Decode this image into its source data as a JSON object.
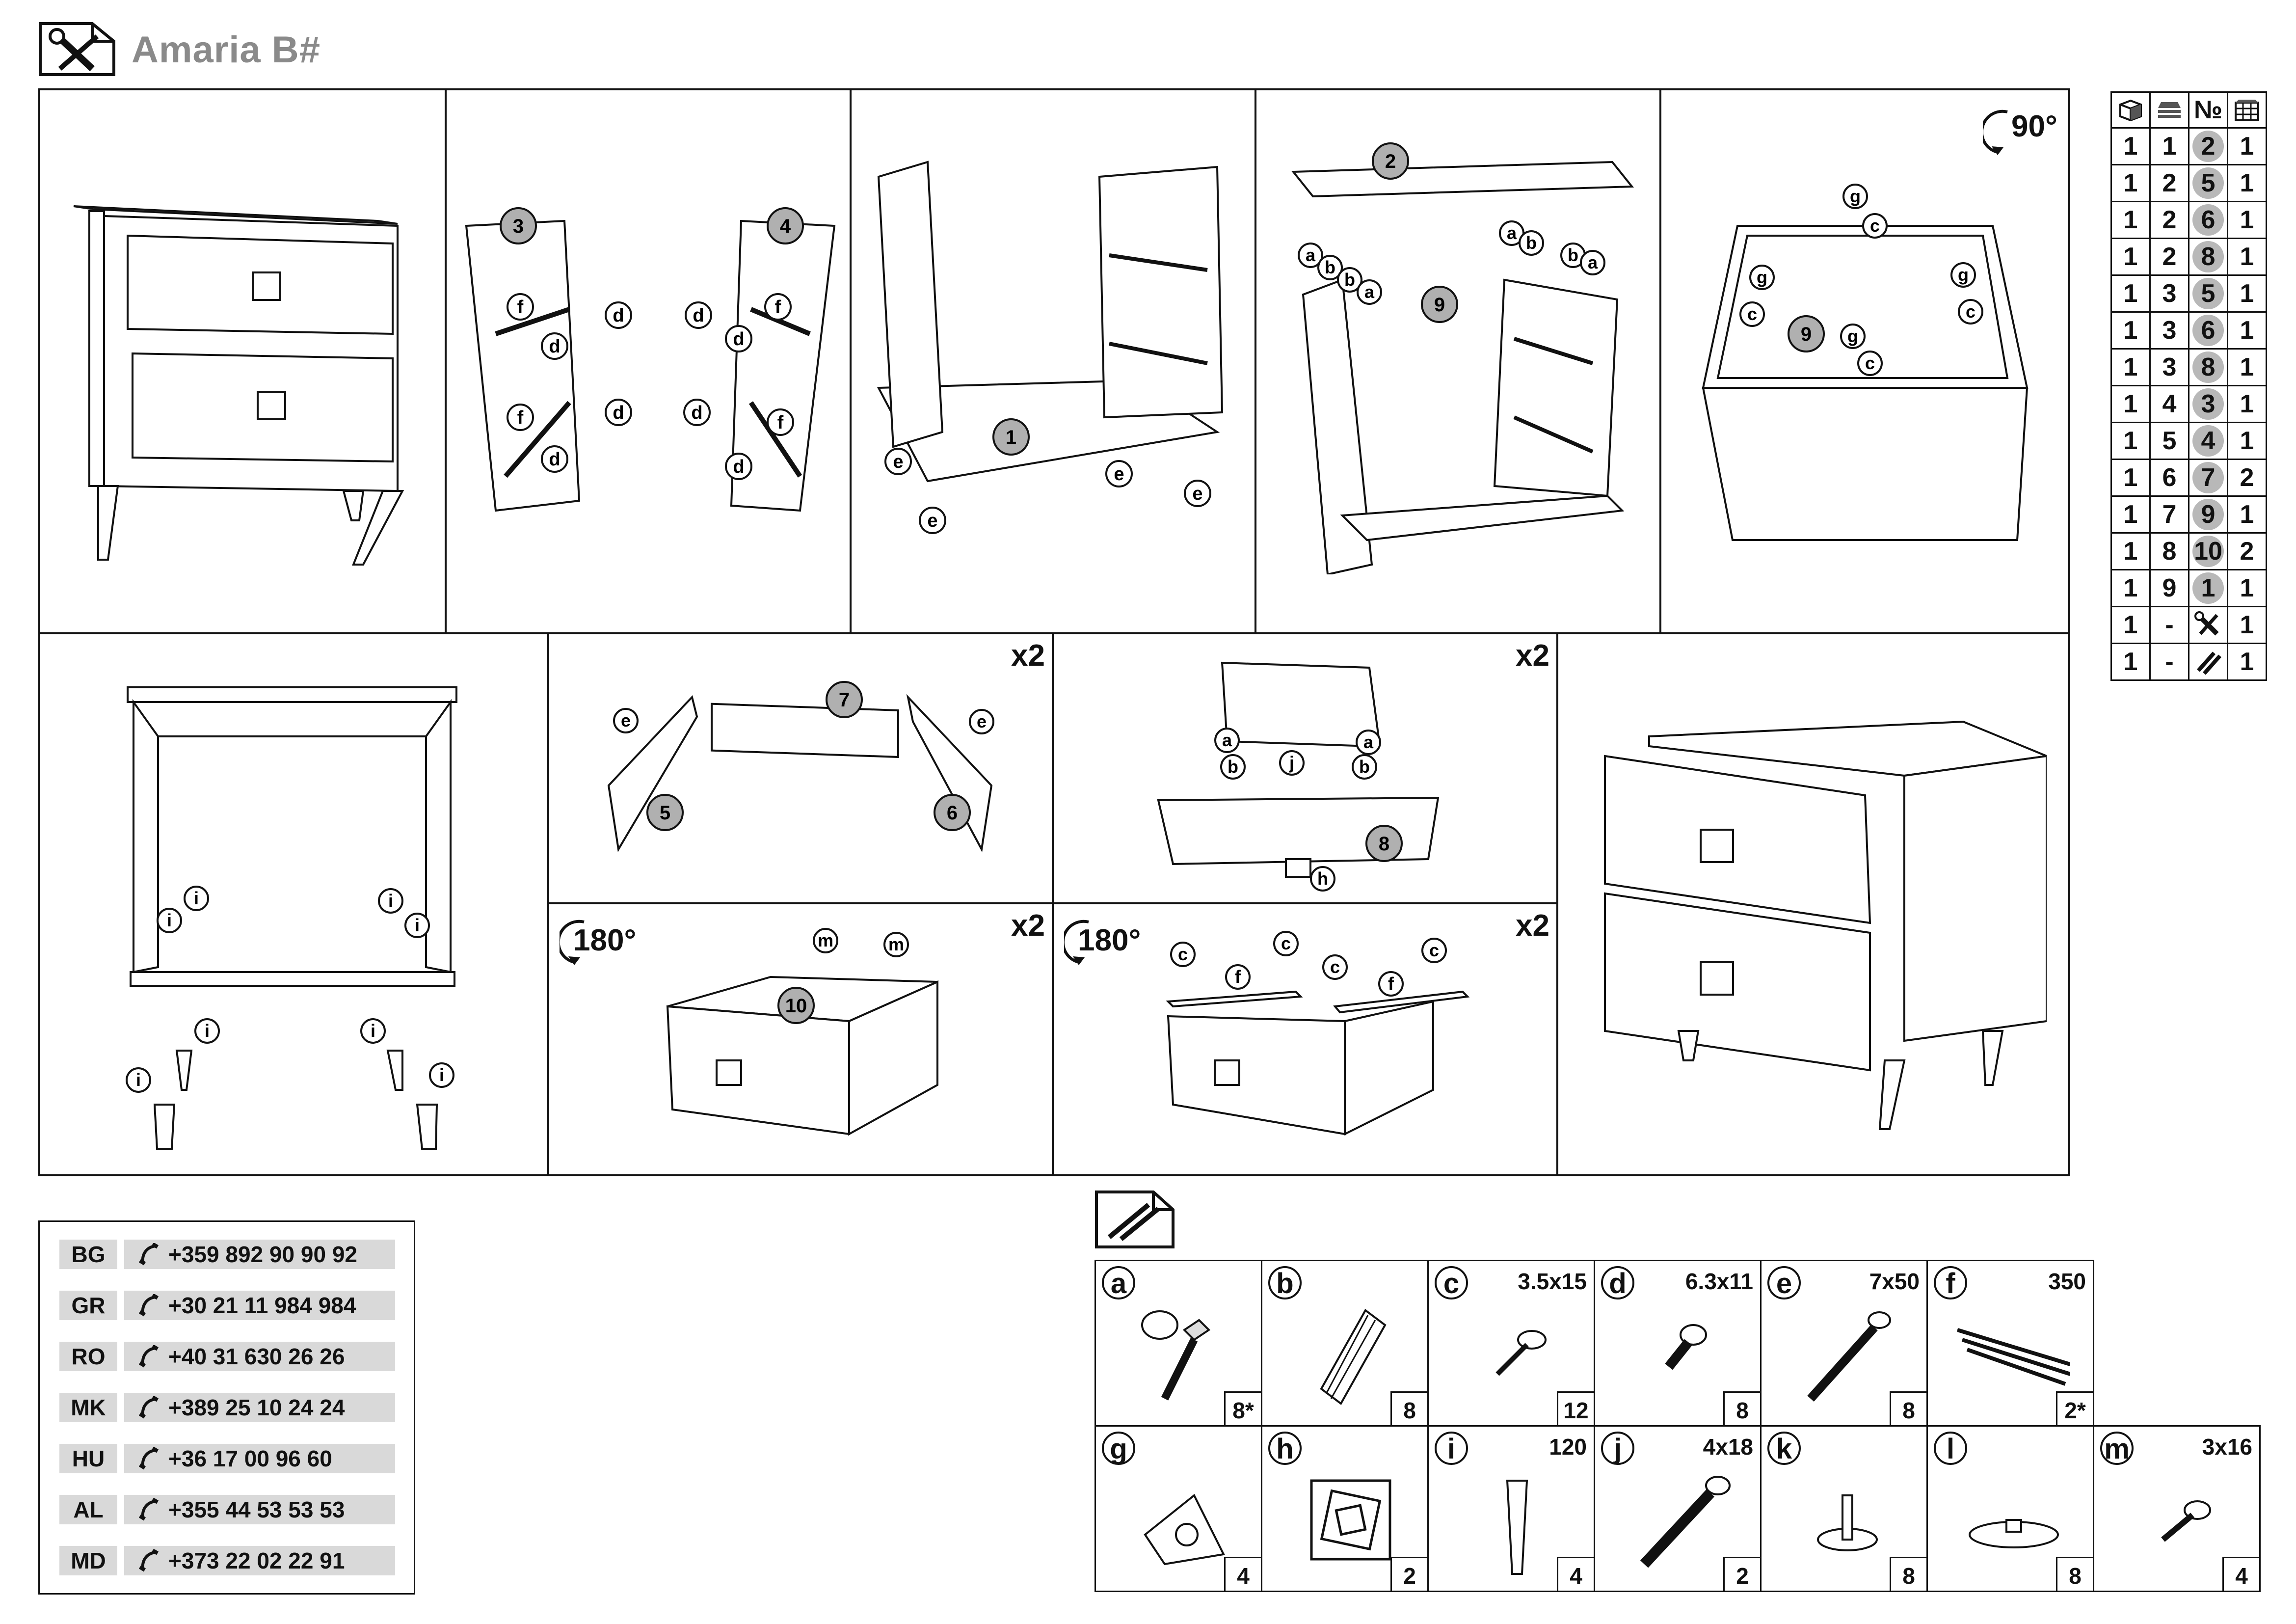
{
  "header": {
    "title": "Amaria B#"
  },
  "steps": {
    "s1": {
      "badge": "x2"
    },
    "s2": {
      "badge": "x2"
    },
    "s3": {
      "badge": "x2",
      "rotate": "180°"
    },
    "s4": {
      "badge": "x2",
      "rotate": "180°"
    },
    "s5": {
      "rotate": "90°"
    }
  },
  "callouts": {
    "panel_numbers": [
      "1",
      "2",
      "3",
      "4",
      "5",
      "6",
      "7",
      "8",
      "9",
      "10"
    ],
    "letters": [
      "a",
      "b",
      "c",
      "d",
      "e",
      "f",
      "g",
      "h",
      "i",
      "j",
      "m"
    ]
  },
  "parts_table": {
    "headers": [
      "pack-icon",
      "layers-icon",
      "№",
      "grid-icon"
    ],
    "rows": [
      [
        "1",
        "1",
        "2",
        "1"
      ],
      [
        "1",
        "2",
        "5",
        "1"
      ],
      [
        "1",
        "2",
        "6",
        "1"
      ],
      [
        "1",
        "2",
        "8",
        "1"
      ],
      [
        "1",
        "3",
        "5",
        "1"
      ],
      [
        "1",
        "3",
        "6",
        "1"
      ],
      [
        "1",
        "3",
        "8",
        "1"
      ],
      [
        "1",
        "4",
        "3",
        "1"
      ],
      [
        "1",
        "5",
        "4",
        "1"
      ],
      [
        "1",
        "6",
        "7",
        "2"
      ],
      [
        "1",
        "7",
        "9",
        "1"
      ],
      [
        "1",
        "8",
        "10",
        "2"
      ],
      [
        "1",
        "9",
        "1",
        "1"
      ],
      [
        "1",
        "-",
        "tools-icon",
        "1"
      ],
      [
        "1",
        "-",
        "screws-icon",
        "1"
      ]
    ]
  },
  "contacts": [
    {
      "code": "BG",
      "phone": "+359 892 90 90 92"
    },
    {
      "code": "GR",
      "phone": "+30 21 11 984 984"
    },
    {
      "code": "RO",
      "phone": "+40 31 630 26 26"
    },
    {
      "code": "MK",
      "phone": "+389 25 10 24 24"
    },
    {
      "code": "HU",
      "phone": "+36 17 00 96 60"
    },
    {
      "code": "AL",
      "phone": "+355 44 53 53 53"
    },
    {
      "code": "MD",
      "phone": "+373 22 02 22 91"
    }
  ],
  "hardware": [
    {
      "letter": "a",
      "size": "",
      "qty": "8*"
    },
    {
      "letter": "b",
      "size": "",
      "qty": "8"
    },
    {
      "letter": "c",
      "size": "3.5x15",
      "qty": "12"
    },
    {
      "letter": "d",
      "size": "6.3x11",
      "qty": "8"
    },
    {
      "letter": "e",
      "size": "7x50",
      "qty": "8"
    },
    {
      "letter": "f",
      "size": "350",
      "qty": "2*"
    },
    {
      "letter": "g",
      "size": "",
      "qty": "4"
    },
    {
      "letter": "h",
      "size": "",
      "qty": "2"
    },
    {
      "letter": "i",
      "size": "120",
      "qty": "4"
    },
    {
      "letter": "j",
      "size": "4x18",
      "qty": "2"
    },
    {
      "letter": "k",
      "size": "",
      "qty": "8"
    },
    {
      "letter": "l",
      "size": "",
      "qty": "8"
    },
    {
      "letter": "m",
      "size": "3x16",
      "qty": "4"
    }
  ]
}
